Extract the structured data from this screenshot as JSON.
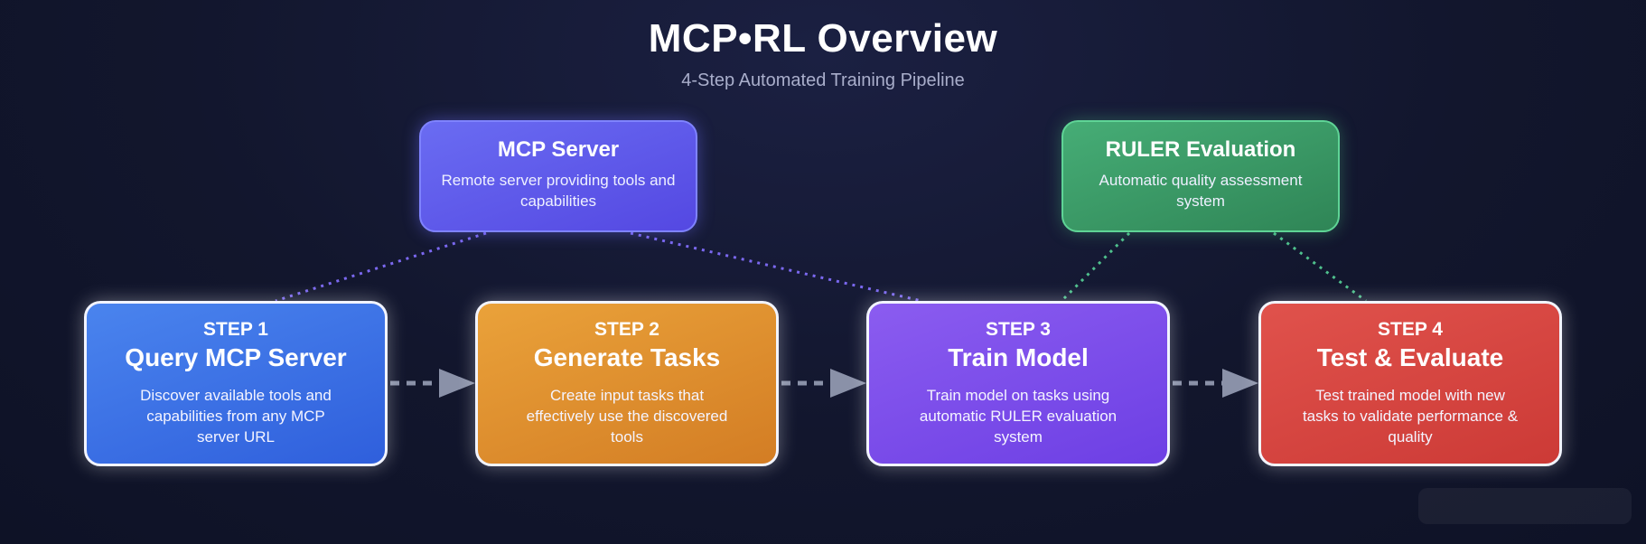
{
  "header": {
    "title": "MCP•RL Overview",
    "subtitle": "4-Step Automated Training Pipeline"
  },
  "services": {
    "mcp_server": {
      "name": "MCP Server",
      "description": "Remote server providing tools and capabilities",
      "color": "#5c5af0"
    },
    "ruler": {
      "name": "RULER Evaluation",
      "description": "Automatic quality assessment system",
      "color": "#3c9a66"
    }
  },
  "steps": [
    {
      "number": "STEP 1",
      "title": "Query MCP Server",
      "description": "Discover available tools and capabilities from any MCP server URL",
      "color": "#3b6fe6"
    },
    {
      "number": "STEP 2",
      "title": "Generate Tasks",
      "description": "Create input tasks that effectively use the discovered tools",
      "color": "#e0902e"
    },
    {
      "number": "STEP 3",
      "title": "Train Model",
      "description": "Train model on tasks using automatic RULER evaluation system",
      "color": "#7c4deb"
    },
    {
      "number": "STEP 4",
      "title": "Test & Evaluate",
      "description": "Test trained model with new tasks to validate performance & quality",
      "color": "#d64541"
    }
  ],
  "connector_colors": {
    "mcp_links": "#7b68f0",
    "ruler_links": "#4fc08d",
    "flow_arrows": "#8a91a8"
  }
}
